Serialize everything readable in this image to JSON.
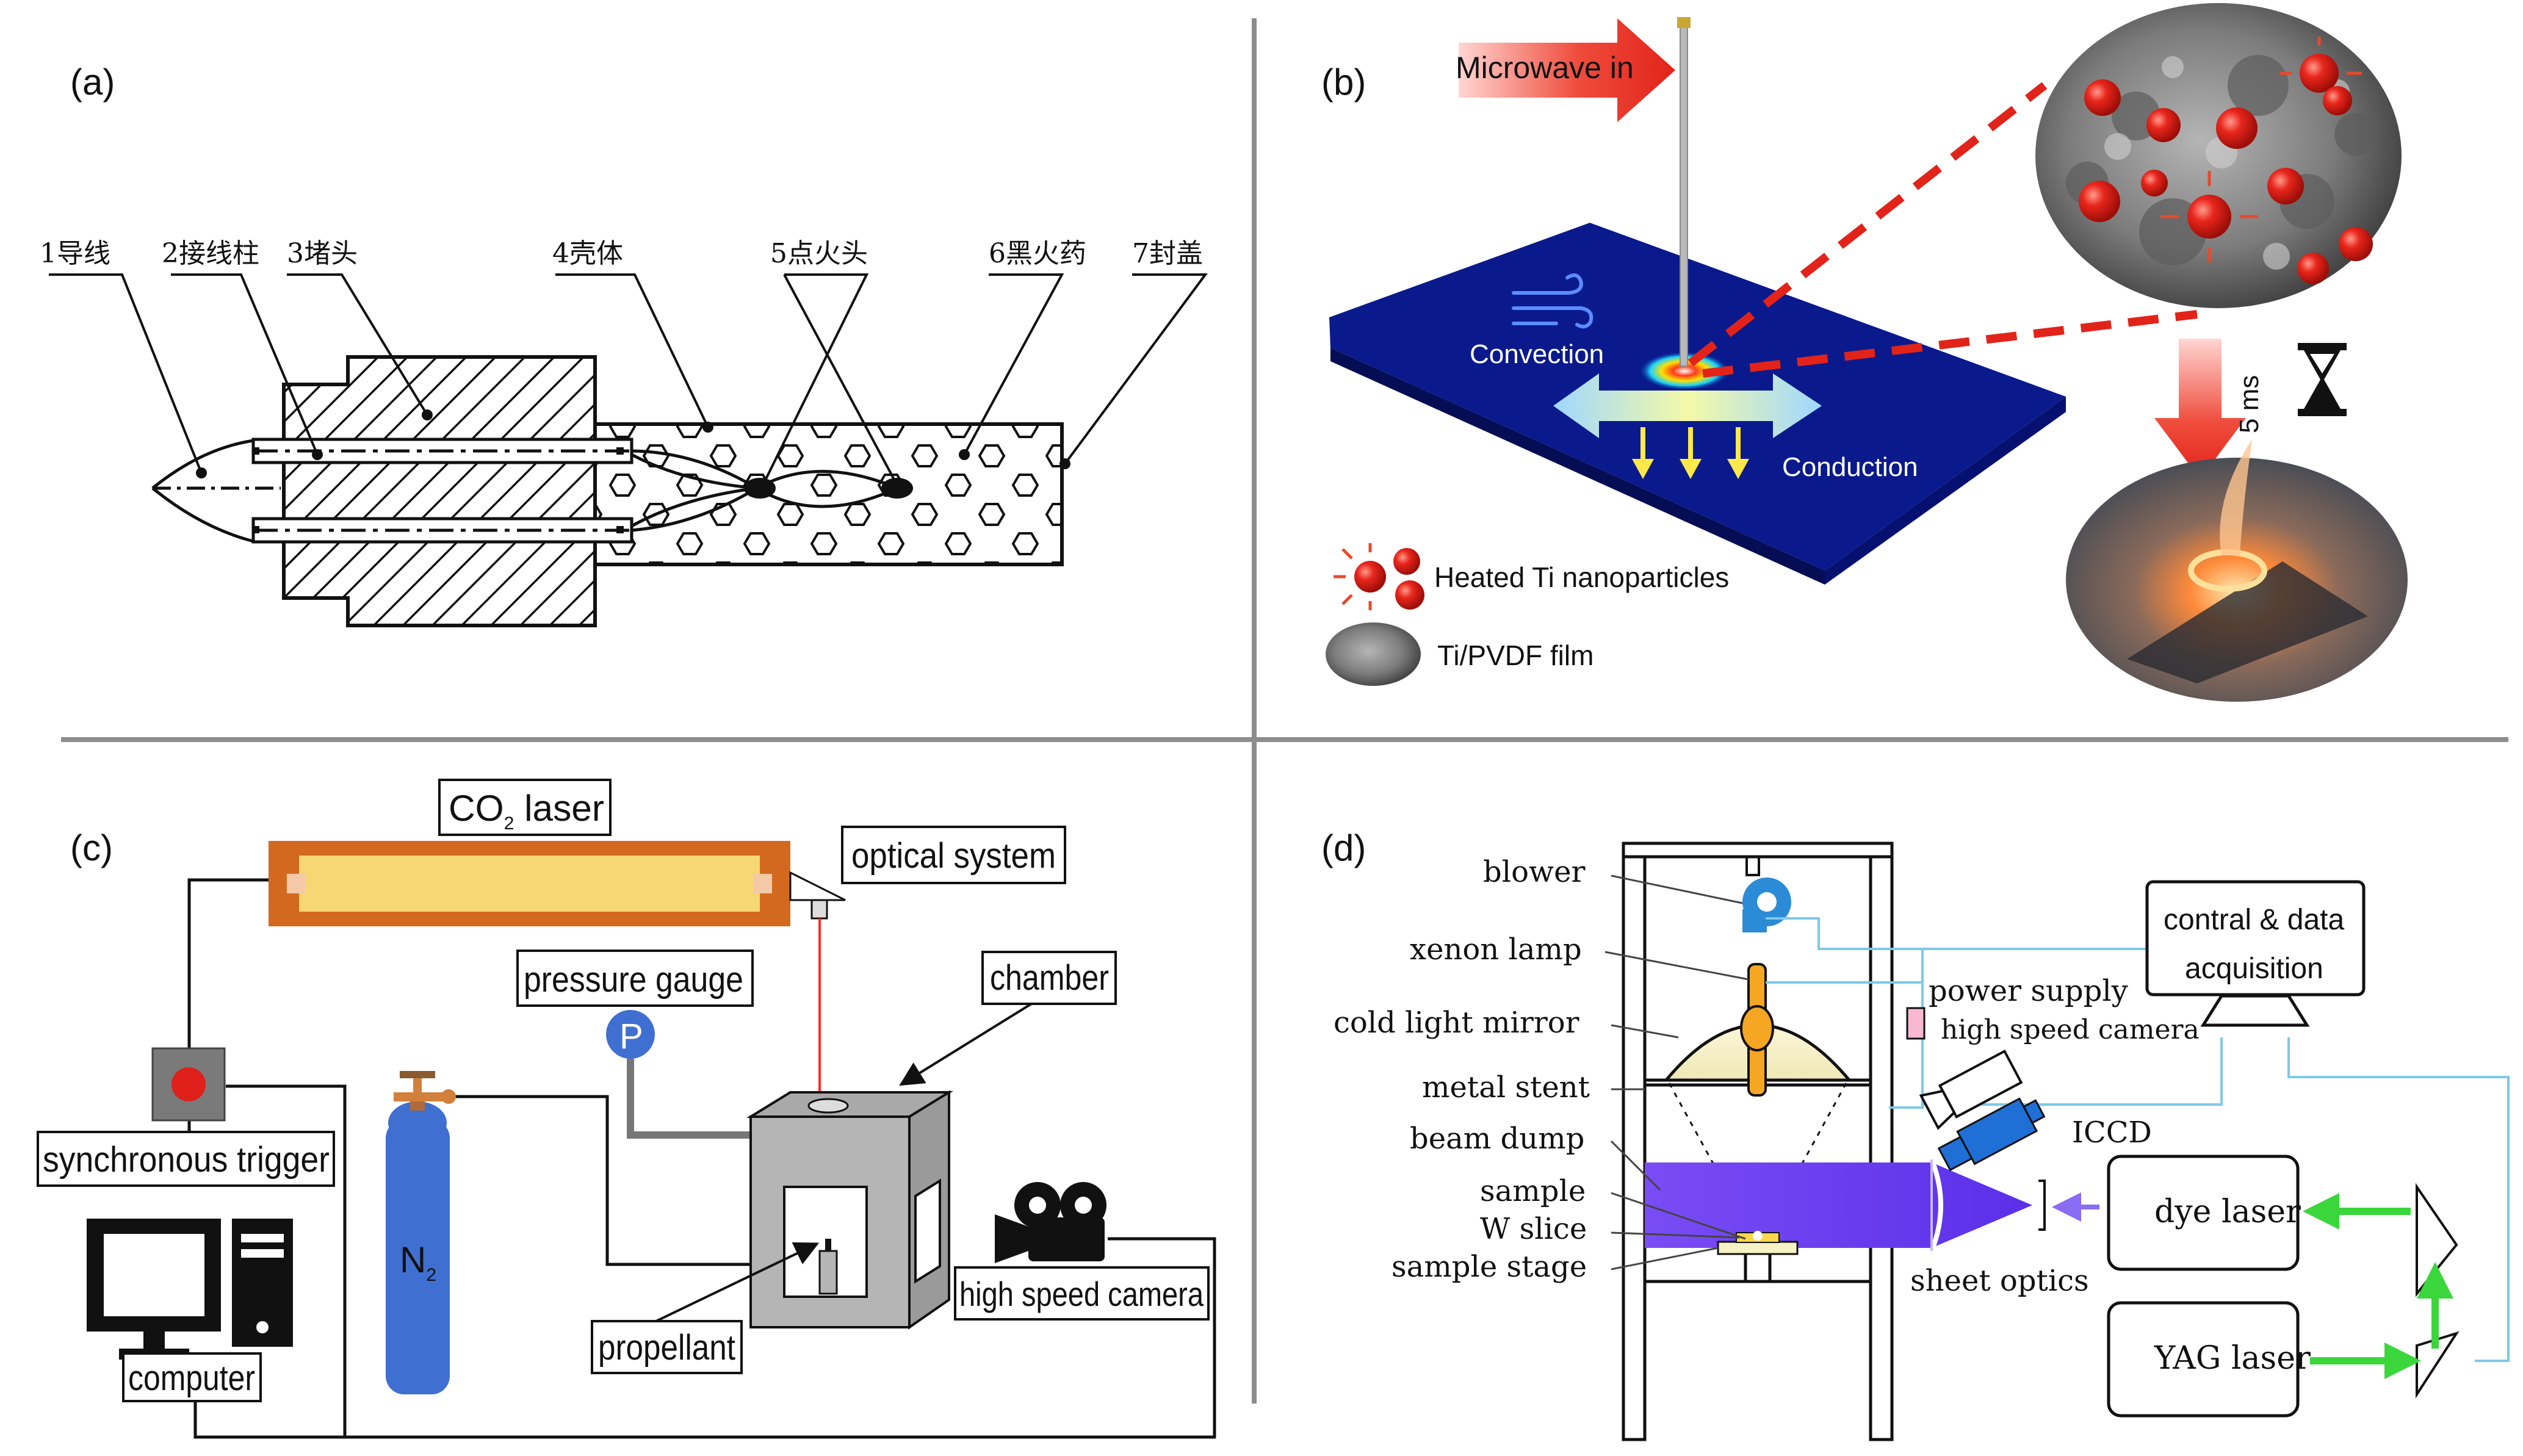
{
  "panel_labels": {
    "a": "(a)",
    "b": "(b)",
    "c": "(c)",
    "d": "(d)"
  },
  "panel_a": {
    "labels": [
      "1导线",
      "2接线柱",
      "3堵头",
      "4壳体",
      "5点火头",
      "6黑火药",
      "7封盖"
    ]
  },
  "panel_b": {
    "microwave": "Microwave in",
    "convection": "Convection",
    "conduction": "Conduction",
    "time": "5 ms",
    "legend": [
      "Heated Ti nanoparticles",
      "Ti/PVDF film"
    ],
    "colors": {
      "film": "#0a1a8c",
      "arrow": "#e8312b",
      "particle": "#e02020"
    }
  },
  "panel_c": {
    "laser_main": "CO",
    "laser_sub": "2",
    "laser_tail": " laser",
    "optical": "optical system",
    "pressure": "pressure gauge",
    "gauge_symbol": "P",
    "chamber": "chamber",
    "trigger": "synchronous trigger",
    "n2_main": "N",
    "n2_sub": "2",
    "camera": "high speed camera",
    "propellant": "propellant",
    "computer": "computer",
    "colors": {
      "laser_body": "#d2691e",
      "laser_tube": "#f7d774",
      "cylinder": "#3f6fd0"
    }
  },
  "panel_d": {
    "left_labels": [
      "blower",
      "xenon lamp",
      "cold light mirror",
      "metal stent",
      "beam dump",
      "sample",
      "W slice",
      "sample stage"
    ],
    "control": [
      "contral & data",
      "acquisition"
    ],
    "power": "power supply",
    "hsc": "high speed camera",
    "iccd": "ICCD",
    "dye": "dye laser",
    "yag": "YAG laser",
    "sheet": "sheet optics",
    "colors": {
      "beam": "#6a3df0",
      "cable": "#7ec8e8",
      "green": "#3bd63b",
      "camera": "#1f6fd6"
    }
  }
}
